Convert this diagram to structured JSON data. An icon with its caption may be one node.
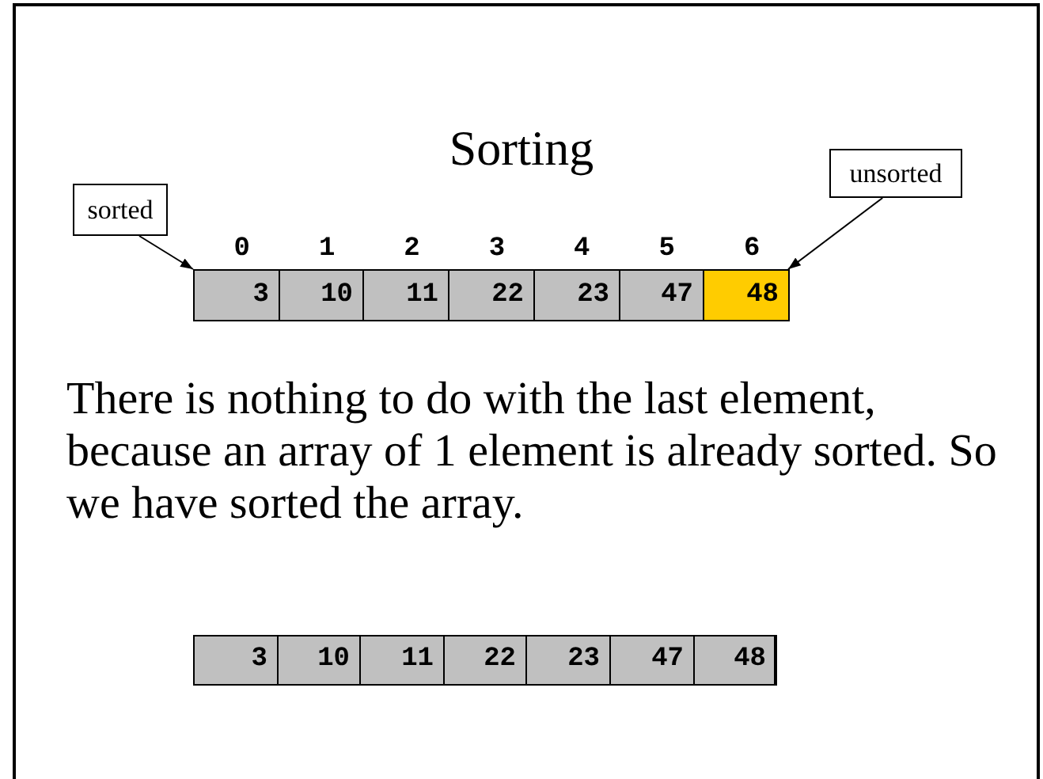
{
  "diagram": {
    "title": "Sorting",
    "nodes": [
      {
        "text": [
          "sorted"
        ]
      },
      {
        "text": [
          "unsorted"
        ]
      },
      {
        "text": [],
        "shape": "bar"
      },
      {
        "text": [
          "3"
        ],
        "in": 2
      },
      {
        "text": [
          "10"
        ],
        "in": 2
      },
      {
        "text": [
          "11"
        ],
        "in": 2
      },
      {
        "text": [
          "22"
        ],
        "in": 2
      },
      {
        "text": [
          "23"
        ],
        "in": 2
      },
      {
        "text": [
          "47"
        ],
        "in": 2
      },
      {
        "text": [
          "48"
        ],
        "in": 2
      },
      {
        "text": [],
        "shape": "bar"
      },
      {
        "text": [
          "3"
        ],
        "in": 10
      },
      {
        "text": [
          "10"
        ],
        "in": 10
      },
      {
        "text": [
          "11"
        ],
        "in": 10
      },
      {
        "text": [
          "22"
        ],
        "in": 10
      },
      {
        "text": [
          "23"
        ],
        "in": 10
      },
      {
        "text": [
          "47"
        ],
        "in": 10
      },
      {
        "text": [
          "48"
        ],
        "in": 10
      }
    ],
    "edges": [
      {
        "from": 0,
        "to": 2,
        "arrow": "to"
      },
      {
        "from": 1,
        "to": 9,
        "arrow": "to"
      }
    ],
    "labels": [
      "0",
      "1",
      "2",
      "3",
      "4",
      "5",
      "6",
      "There is nothing to do with the last element, because an array of 1 element is already sorted. So we have sorted the array."
    ]
  }
}
